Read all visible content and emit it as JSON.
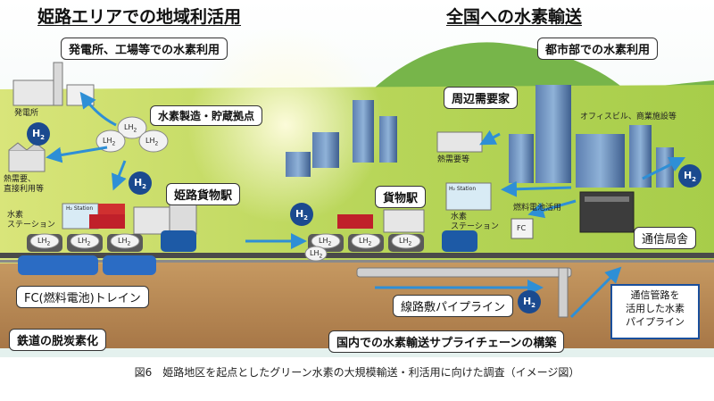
{
  "headings": {
    "left": "姫路エリアでの地域利活用",
    "right": "全国への水素輸送"
  },
  "callouts": {
    "power_factory": "発電所、工場等での水素利用",
    "urban": "都市部での水素利用",
    "production_storage": "水素製造・貯蔵拠点",
    "himeji_station": "姫路貨物駅",
    "surrounding_demand": "周辺需要家",
    "freight_station": "貨物駅",
    "fc_train": "FC(燃料電池)トレイン",
    "rail_decarbonization": "鉄道の脱炭素化",
    "pipeline": "線路敷パイプライン",
    "supply_chain": "国内での水素輸送サプライチェーンの構築",
    "telecom_building": "通信局舎",
    "conduit_pipeline": "通信管路を\n活用した水素\nパイプライン"
  },
  "small_labels": {
    "power_plant": "発電所",
    "heat_direct": "熱需要、\n直接利用等",
    "h2_station_left": "水素\nステーション",
    "office": "オフィスビル、商業施設等",
    "heat_demand": "熱需要等",
    "h2_station_right": "水素\nステーション",
    "fuel_cell": "燃料電池活用",
    "fc": "FC",
    "station_sign": "H₂ Station"
  },
  "tank_label": "LH",
  "h2_label": "H",
  "caption": "図6　姫路地区を起点としたグリーン水素の大規模輸送・利活用に向けた調査（イメージ図）",
  "colors": {
    "sky": "#e8f3f7",
    "hill_green": "#6fae3f",
    "grass": "#c7dc63",
    "soil": "#b98a55",
    "pipeline_blue": "#1b4a8f",
    "arrow_blue": "#2e8fd6",
    "box_border": "#1a4f9c"
  },
  "icons": [
    "h2-molecule-icon",
    "lh2-tank-icon",
    "flow-arrow-icon",
    "factory-icon",
    "building-icon",
    "train-icon",
    "container-icon"
  ]
}
